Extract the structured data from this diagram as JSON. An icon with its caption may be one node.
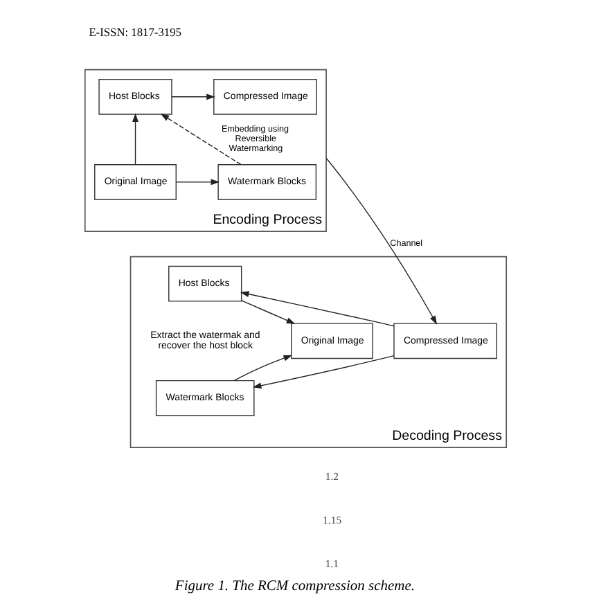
{
  "diagram": {
    "caption": "Figure 1. The RCM compression scheme.",
    "nodes": [
      {
        "text": [
          "Encoding Process"
        ]
      },
      {
        "text": [
          "Original Image"
        ],
        "in": 0
      },
      {
        "text": [
          "Host Blocks"
        ],
        "in": 0
      },
      {
        "text": [
          "Watermark Blocks"
        ],
        "in": 0
      },
      {
        "text": [
          "Compressed Image"
        ],
        "in": 0
      },
      {
        "text": [
          "Decoding Process"
        ]
      },
      {
        "text": [
          "Compressed Image"
        ],
        "in": 5
      },
      {
        "text": [
          "Host Blocks"
        ],
        "in": 5
      },
      {
        "text": [
          "Watermark Blocks"
        ],
        "in": 5
      },
      {
        "text": [
          "Original Image"
        ],
        "in": 5
      }
    ],
    "edges": [
      {
        "from": 1,
        "to": 2,
        "arrow": "to"
      },
      {
        "from": 1,
        "to": 3,
        "arrow": "to"
      },
      {
        "from": 3,
        "to": 2,
        "arrow": "to",
        "style": "dashed",
        "label": "Embedding using Reversible Watermarking"
      },
      {
        "from": 2,
        "to": 4,
        "arrow": "to"
      },
      {
        "from": 0,
        "to": 6,
        "arrow": "to",
        "label": "Channel"
      },
      {
        "from": 6,
        "to": 7,
        "arrow": "to"
      },
      {
        "from": 6,
        "to": 8,
        "arrow": "to"
      },
      {
        "from": 7,
        "to": 9,
        "arrow": "to"
      },
      {
        "from": 8,
        "to": 9,
        "arrow": "to"
      }
    ],
    "labels": [
      "E-ISSN: 1817-3195",
      "Extract the watermak and recover the host block",
      "1.2",
      "1.15",
      "1.1"
    ]
  }
}
